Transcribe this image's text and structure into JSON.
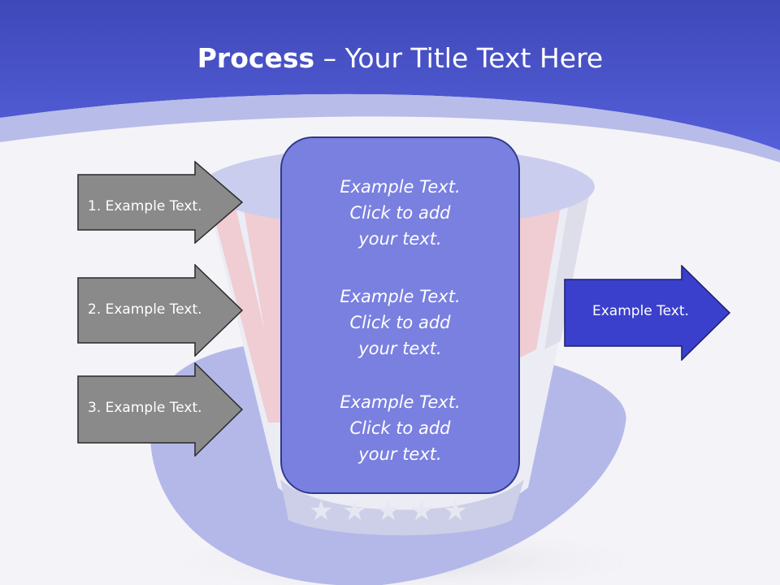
{
  "title": {
    "bold": "Process",
    "rest": " – Your Title Text Here"
  },
  "left_arrows": [
    {
      "label": "1. Example Text."
    },
    {
      "label": "2. Example Text."
    },
    {
      "label": "3. Example Text."
    }
  ],
  "center_box": {
    "paragraphs": [
      {
        "line1": "Example Text.",
        "line2": "Click  to add",
        "line3": "your text."
      },
      {
        "line1": "Example Text.",
        "line2": "Click  to add",
        "line3": "your text."
      },
      {
        "line1": "Example Text.",
        "line2": "Click  to add",
        "line3": "your text."
      }
    ]
  },
  "right_arrow": {
    "label": "Example Text."
  },
  "colors": {
    "header_blue": "#4a56d2",
    "center_box": "#7a80df",
    "gray_arrow": "#8a8a8a",
    "blue_arrow": "#3a3fcc"
  },
  "illustration": "top-hat-icon"
}
